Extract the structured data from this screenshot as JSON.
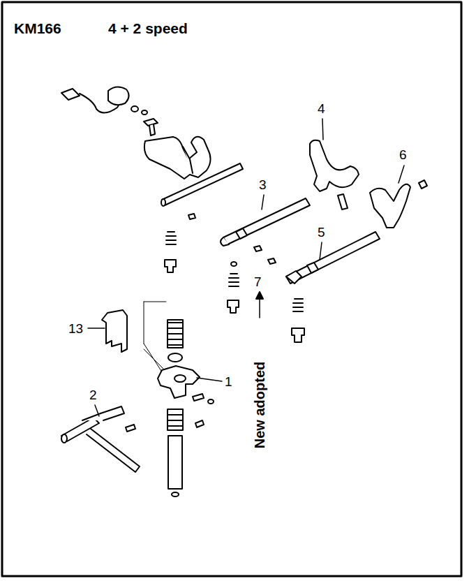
{
  "diagram": {
    "title": "KM166",
    "labels": [
      "4 + 2 speed",
      "4",
      "6",
      "3",
      "5",
      "7",
      "13",
      "1",
      "2",
      "New adopted"
    ]
  }
}
